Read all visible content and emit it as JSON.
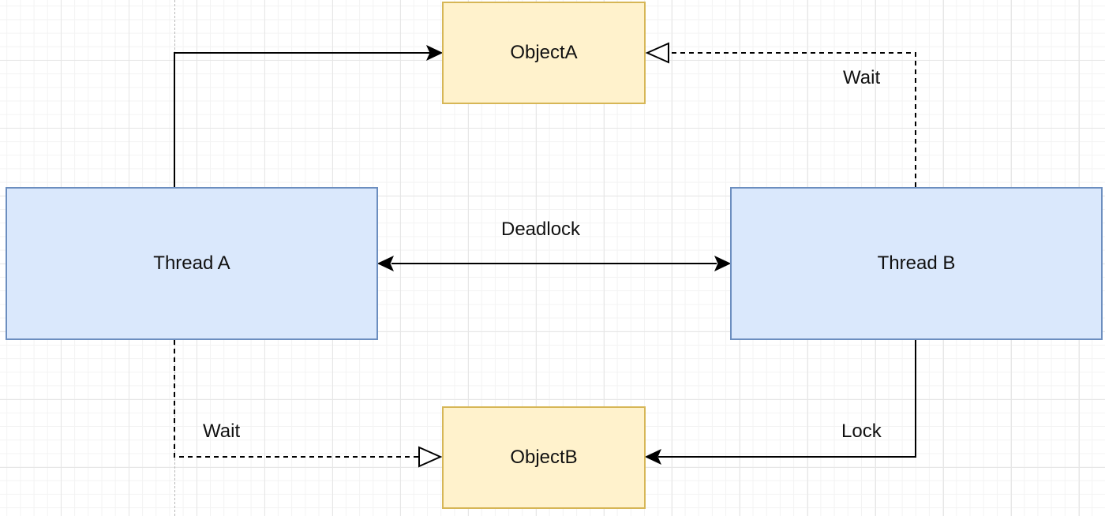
{
  "diagram": {
    "nodes": {
      "thread_a": "Thread A",
      "thread_b": "Thread B",
      "object_a": "ObjectA",
      "object_b": "ObjectB"
    },
    "edges": {
      "deadlock": "Deadlock",
      "thread_b_wait_object_a": "Wait",
      "thread_a_wait_object_b": "Wait",
      "thread_b_lock_object_b": "Lock",
      "thread_a_lock_object_a": ""
    }
  },
  "colors": {
    "thread_fill": "#dae8fc",
    "thread_border": "#6c8ebf",
    "object_fill": "#fff2cc",
    "object_border": "#d6b656",
    "line": "#000000"
  }
}
